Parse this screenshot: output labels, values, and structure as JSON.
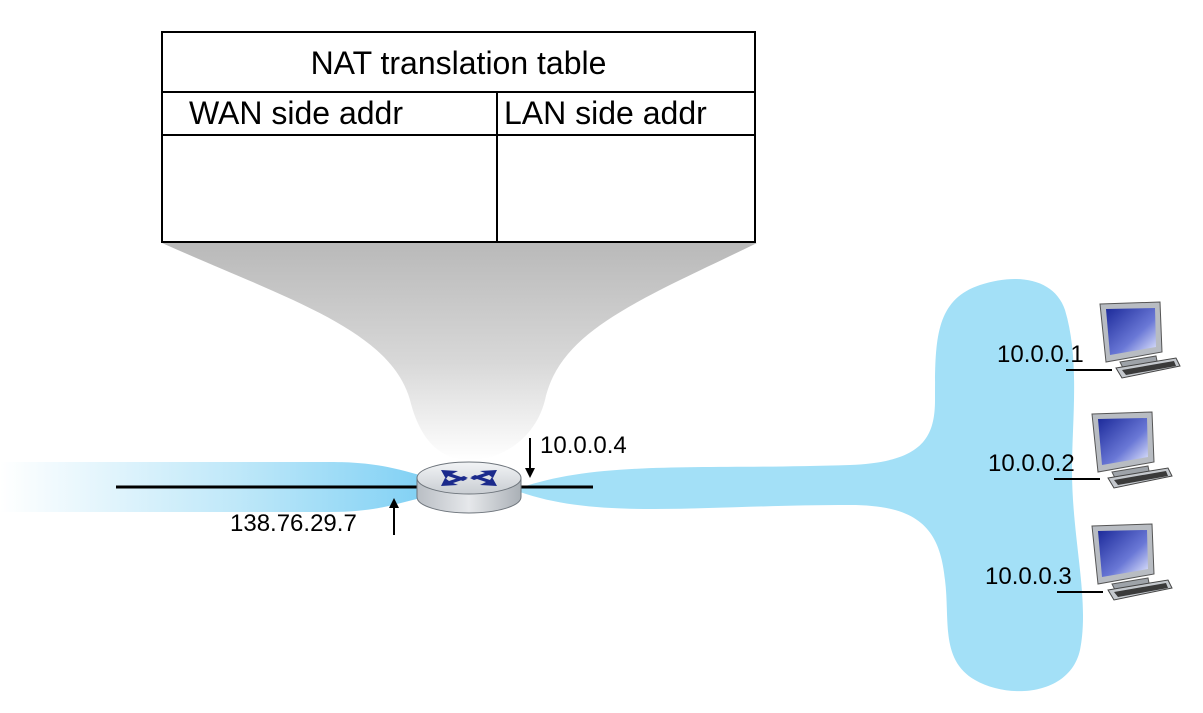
{
  "nat_table": {
    "title": "NAT translation table",
    "columns": [
      "WAN side addr",
      "LAN side addr"
    ],
    "rows": []
  },
  "router": {
    "wan_address": "138.76.29.7",
    "lan_address": "10.0.0.4"
  },
  "hosts": [
    {
      "address": "10.0.0.1"
    },
    {
      "address": "10.0.0.2"
    },
    {
      "address": "10.0.0.3"
    }
  ],
  "colors": {
    "network_cloud": "#a3e0f7",
    "wan_fade": "#8fd6f5",
    "funnel_gray": "#c8c8c8",
    "router_body": "#d9dce0",
    "router_arrows": "#1b2a8c",
    "screen_blue": "#2f3fa8"
  }
}
